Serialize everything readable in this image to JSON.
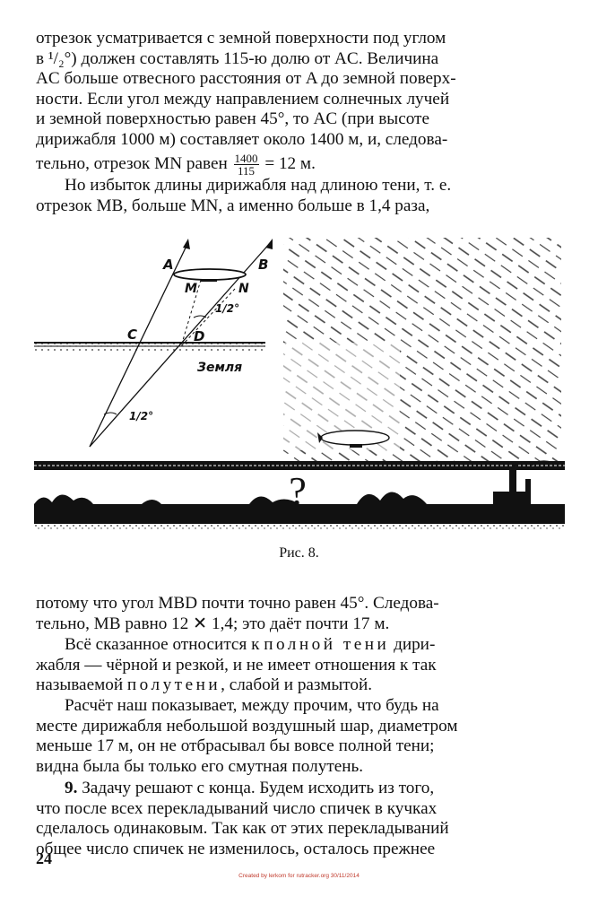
{
  "text": {
    "p1": [
      "отрезок усматривается с земной поверхности под углом",
      "в ¹/₂°) должен составлять 115-ю долю от AC. Величина",
      "AC больше отвесного расстояния от A до земной поверх-",
      "ности. Если угол между направлением солнечных лучей",
      "и земной поверхностью равен 45°, то AC (при высоте",
      "дирижабля 1000 м) составляет около 1400 м, и, следова-"
    ],
    "p1_last": {
      "before": "тельно, отрезок MN равен",
      "num": "1400",
      "den": "115",
      "after": "= 12 м."
    },
    "p2": [
      "Но избыток длины дирижабля над длиною тени, т. е.",
      "отрезок MB, больше MN, а именно больше в 1,4 раза,"
    ],
    "p3": [
      "потому что угол MBD почти точно равен 45°. Следова-",
      "тельно, MB равно 12 ✕ 1,4; это даёт почти 17 м."
    ],
    "p4": {
      "l1_pre": "Всё сказанное относится к",
      "l1_spaced": "полной тени",
      "l1_post": "дири-",
      "l2": "жабля — чёрной и резкой, и не имеет отношения к так",
      "l3_pre": "называемой",
      "l3_spaced": "полутени",
      "l3_post": ", слабой и размытой."
    },
    "p5": [
      "Расчёт наш показывает, между прочим, что будь на",
      "месте дирижабля небольшой воздушный шар, диаметром",
      "меньше 17 м, он не отбрасывал бы вовсе полной тени;",
      "видна была бы только его смутная полутень."
    ],
    "p6": {
      "num": "9.",
      "l1": "Задачу решают с конца. Будем исходить из того,",
      "l2": "что после всех перекладываний число спичек в кучках",
      "l3": "сделалось одинаковым. Так как от этих перекладываний",
      "l4": "общее число спичек не изменилось, осталось прежнее"
    }
  },
  "figure": {
    "caption": "Рис. 8.",
    "labels": {
      "A": "A",
      "B": "B",
      "M": "M",
      "N": "N",
      "C": "C",
      "D": "D",
      "ground": "Земля",
      "angle_top": "1/2°",
      "angle_bottom": "1/2°",
      "question": "?"
    }
  },
  "page_number": "24",
  "credit": "Created by lerkom for rutracker.org 30/11/2014"
}
